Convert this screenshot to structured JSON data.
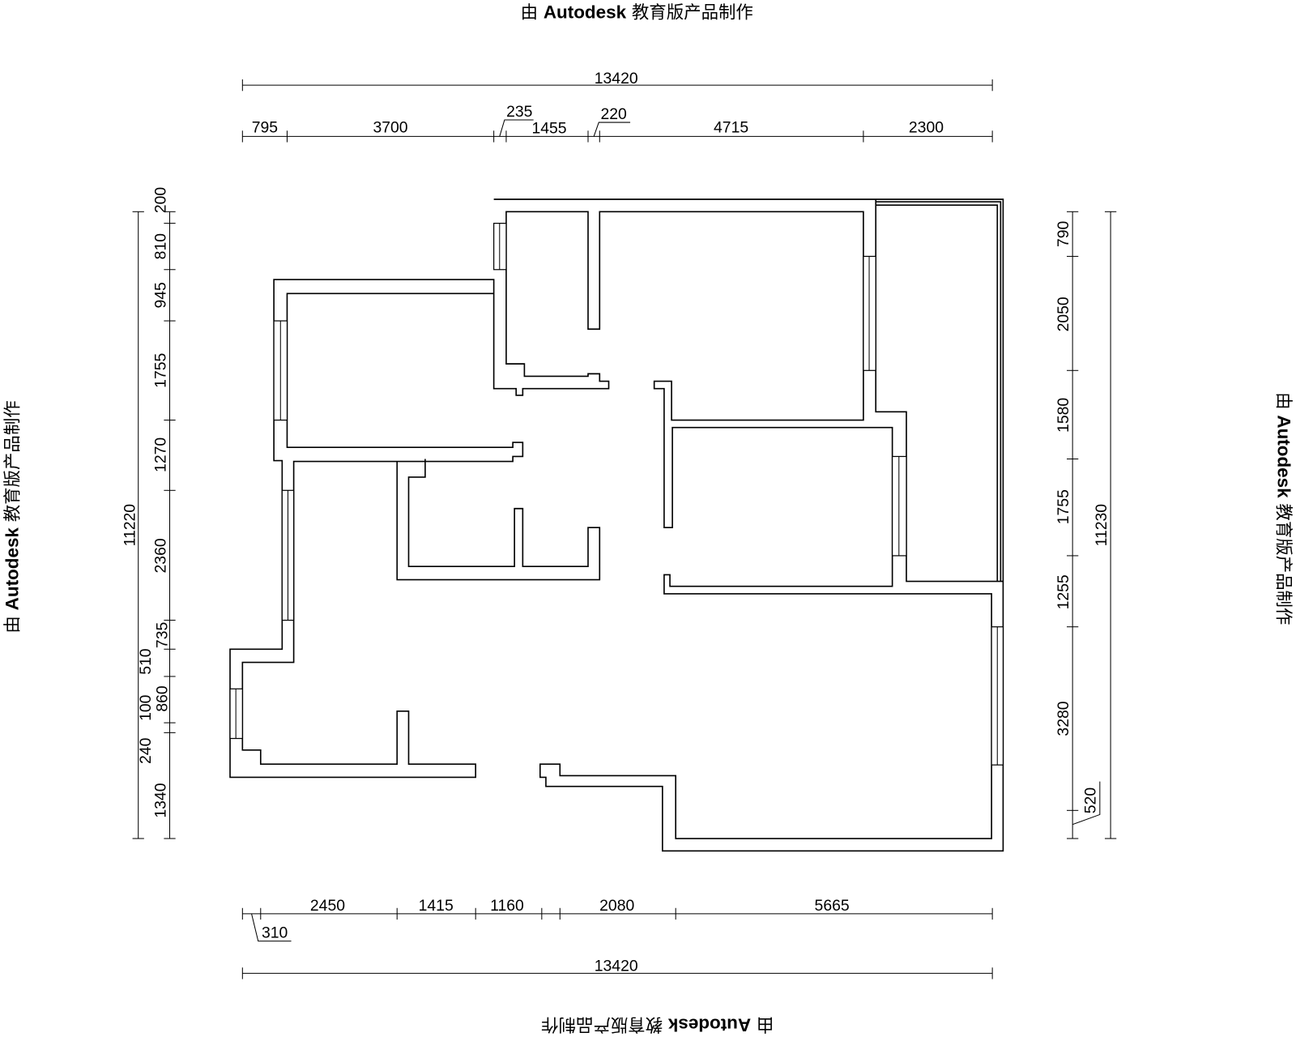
{
  "watermark": {
    "prefix": "由",
    "brand": "Autodesk",
    "suffix": "教育版产品制作"
  },
  "dimensions": {
    "top_total": "13420",
    "top": [
      "795",
      "3700",
      "235",
      "1455",
      "220",
      "4715",
      "2300"
    ],
    "bottom": [
      "310",
      "2450",
      "1415",
      "1160",
      "2080",
      "5665"
    ],
    "bottom_total": "13420",
    "left_total": "11220",
    "left": [
      "200",
      "810",
      "945",
      "1755",
      "1270",
      "2360",
      "510",
      "735",
      "240",
      "100",
      "860",
      "1340"
    ],
    "right_total": "11230",
    "right": [
      "790",
      "2050",
      "1580",
      "1755",
      "1255",
      "3280",
      "520"
    ]
  }
}
